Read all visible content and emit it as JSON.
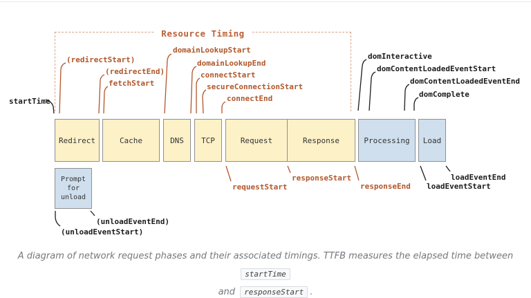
{
  "figure": {
    "bracket_label": "Resource Timing",
    "phases": {
      "redirect": "Redirect",
      "cache": "Cache",
      "dns": "DNS",
      "tcp": "TCP",
      "request": "Request",
      "response": "Response",
      "processing": "Processing",
      "load": "Load",
      "prompt": "Prompt for unload"
    },
    "timings": {
      "startTime": "startTime",
      "redirectStart": "(redirectStart)",
      "redirectEnd": "(redirectEnd)",
      "fetchStart": "fetchStart",
      "domainLookupStart": "domainLookupStart",
      "domainLookupEnd": "domainLookupEnd",
      "connectStart": "connectStart",
      "secureConnectionStart": "secureConnectionStart",
      "connectEnd": "connectEnd",
      "domInteractive": "domInteractive",
      "domContentLoadedEventStart": "domContentLoadedEventStart",
      "domContentLoadedEventEnd": "domContentLoadedEventEnd",
      "domComplete": "domComplete",
      "requestStart": "requestStart",
      "responseStart": "responseStart",
      "responseEnd": "responseEnd",
      "loadEventStart": "loadEventStart",
      "loadEventEnd": "loadEventEnd",
      "unloadEventStart": "(unloadEventStart)",
      "unloadEventEnd": "(unloadEventEnd)"
    },
    "colors": {
      "network_phase_fill": "#fdf1c7",
      "document_phase_fill": "#cfdfee",
      "box_border": "#8f8f8f",
      "network_timing_text": "#b0562a",
      "document_timing_text": "#1b1b1b",
      "bracket_dash": "#d9a183"
    }
  },
  "caption": {
    "line1_text": "A diagram of network request phases and their associated timings. TTFB measures the elapsed time between",
    "line1_code": "startTime",
    "line2_text": "and",
    "line2_code": "responseStart",
    "line2_suffix": "."
  }
}
